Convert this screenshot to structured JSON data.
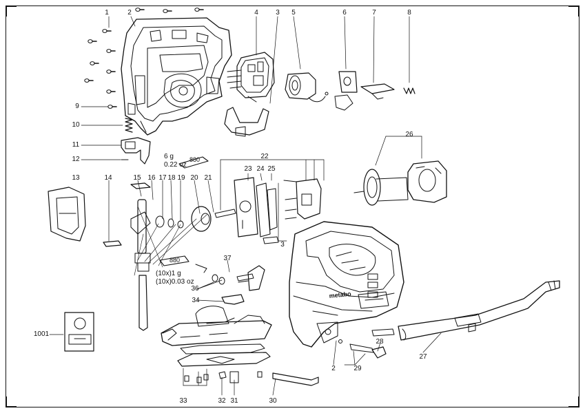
{
  "labels": {
    "n1": "1",
    "n2": "2",
    "n3": "3",
    "n4": "4",
    "n5": "5",
    "n6": "6",
    "n7": "7",
    "n8": "8",
    "n9": "9",
    "n10": "10",
    "n11": "11",
    "n12": "12",
    "n13": "13",
    "n14": "14",
    "n15": "15",
    "n16": "16",
    "n17": "17",
    "n18": "18",
    "n19": "19",
    "n20": "20",
    "n21": "21",
    "n22": "22",
    "n23": "23",
    "n24": "24",
    "n25": "25",
    "n26": "26",
    "n27": "27",
    "n28": "28",
    "n29": "29",
    "n30": "30",
    "n31": "31",
    "n32": "32",
    "n33": "33",
    "n34": "34",
    "n36": "36",
    "n37": "37",
    "n1001": "1001",
    "n2b": "2",
    "n3b": "3"
  },
  "grease": {
    "upper_weight_g": "6 g",
    "upper_weight_oz": "0.22 oz",
    "upper_code": "880",
    "lower_weight_g": "(10x)1 g",
    "lower_weight_oz": "(10x)0.03 oz",
    "lower_code": "880"
  },
  "brand_text": "metabo"
}
